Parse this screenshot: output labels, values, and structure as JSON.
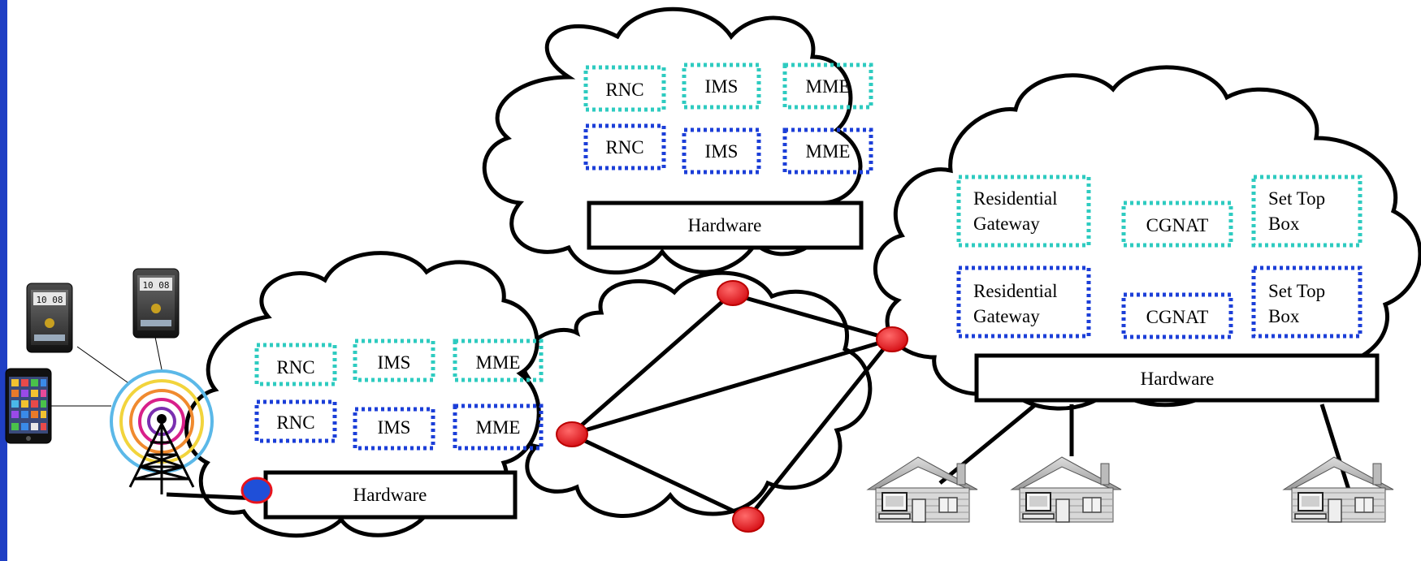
{
  "colors": {
    "left_border": "#1f3fc4",
    "teal_dotted": "#2ecbc0",
    "blue_dotted": "#1c3fd8",
    "node_red": "#e8141c",
    "node_blue": "#1f4fd8"
  },
  "cloud_left": {
    "row1": [
      "RNC",
      "IMS",
      "MME"
    ],
    "row2": [
      "RNC",
      "IMS",
      "MME"
    ],
    "hardware": "Hardware"
  },
  "cloud_top": {
    "row1": [
      "RNC",
      "IMS",
      "MME"
    ],
    "row2": [
      "RNC",
      "IMS",
      "MME"
    ],
    "hardware": "Hardware"
  },
  "cloud_right": {
    "row1": [
      [
        "Residential",
        "Gateway"
      ],
      [
        "CGNAT"
      ],
      [
        "Set Top",
        "Box"
      ]
    ],
    "row2": [
      [
        "Residential",
        "Gateway"
      ],
      [
        "CGNAT"
      ],
      [
        "Set Top",
        "Box"
      ]
    ],
    "hardware": "Hardware"
  },
  "phones": {
    "clock_text": "10 08"
  },
  "icons": [
    "smartphone-icon",
    "smartphone-icon",
    "iphone-icon",
    "cell-tower-icon",
    "house-computer-icon"
  ]
}
